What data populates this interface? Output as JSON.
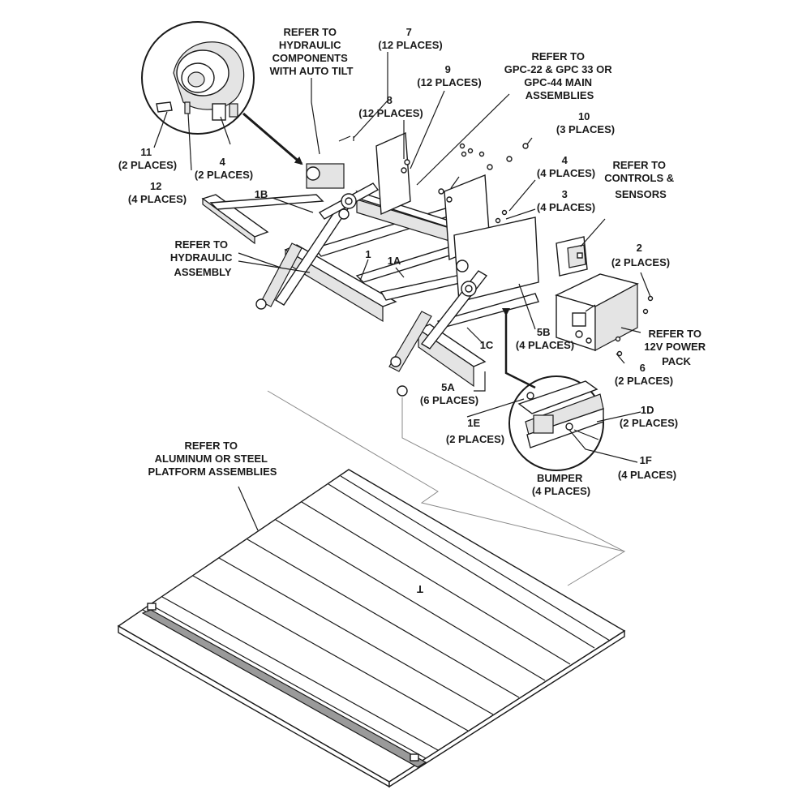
{
  "labels": {
    "hydraulic_components": [
      "REFER TO",
      "HYDRAULIC",
      "COMPONENTS",
      "WITH AUTO TILT"
    ],
    "main_assemblies": [
      "REFER TO",
      "GPC-22 & GPC 33 OR",
      "GPC-44 MAIN",
      "ASSEMBLIES"
    ],
    "controls_sensors": [
      "REFER TO",
      "CONTROLS &",
      "SENSORS"
    ],
    "hydraulic_assembly": [
      "REFER TO",
      "HYDRAULIC",
      "ASSEMBLY"
    ],
    "power_pack": [
      "REFER TO",
      "12V POWER",
      "PACK"
    ],
    "platform": [
      "REFER TO",
      "ALUMINUM OR STEEL",
      "PLATFORM ASSEMBLIES"
    ],
    "bumper": [
      "BUMPER",
      "(4 PLACES)"
    ],
    "platform_mark": "T"
  },
  "callouts": {
    "p7": [
      "7",
      "(12 PLACES)"
    ],
    "p9": [
      "9",
      "(12 PLACES)"
    ],
    "p8": [
      "8",
      "(12 PLACES)"
    ],
    "p10": [
      "10",
      "(3 PLACES)"
    ],
    "p4a": [
      "4",
      "(4 PLACES)"
    ],
    "p3": [
      "3",
      "(4 PLACES)"
    ],
    "p2": [
      "2",
      "(2 PLACES)"
    ],
    "p11": [
      "11",
      "(2 PLACES)"
    ],
    "p12": [
      "12",
      "(4 PLACES)"
    ],
    "p4b": [
      "4",
      "(2 PLACES)"
    ],
    "p1b": "1B",
    "p1": "1",
    "p1a": "1A",
    "p1c": "1C",
    "p5b": [
      "5B",
      "(4 PLACES)"
    ],
    "p6": [
      "6",
      "(2 PLACES)"
    ],
    "p5a": [
      "5A",
      "(6 PLACES)"
    ],
    "p1d": [
      "1D",
      "(2 PLACES)"
    ],
    "p1e": [
      "1E",
      "(2 PLACES)"
    ],
    "p1f": [
      "1F",
      "(4 PLACES)"
    ]
  }
}
